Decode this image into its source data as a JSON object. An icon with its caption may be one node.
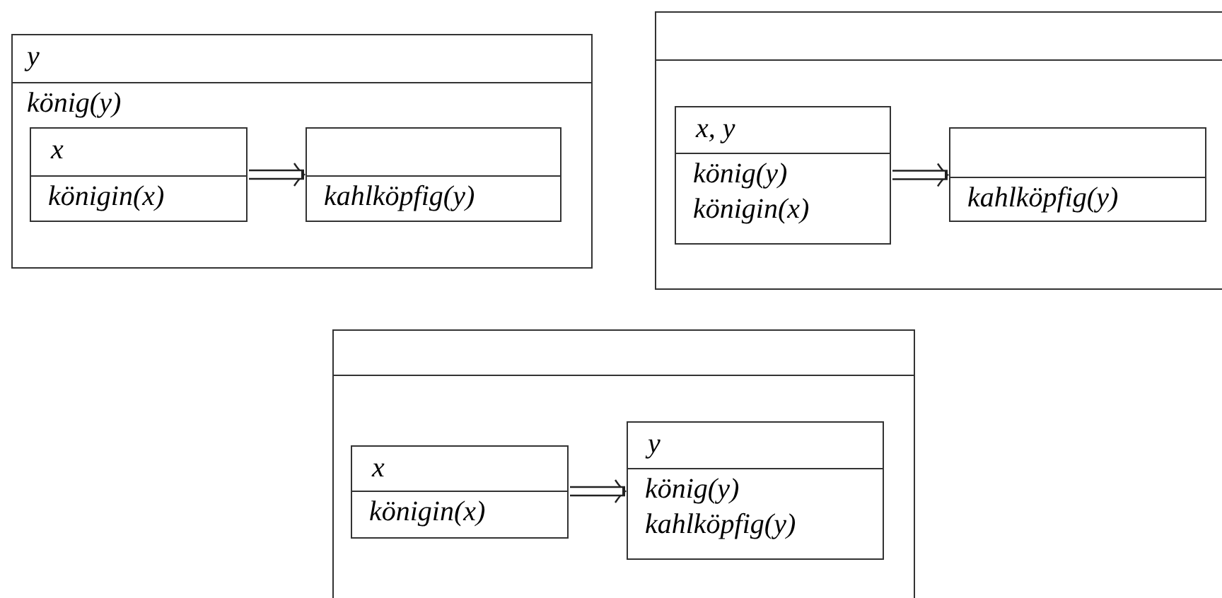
{
  "diagram": {
    "nodes": [
      {
        "text": [
          "y",
          "könig(y)"
        ]
      },
      {
        "text": [
          "x",
          "königin(x)"
        ],
        "in": 0
      },
      {
        "text": [
          "kahlköpfig(y)"
        ],
        "in": 0
      },
      {
        "text": [],
        "shape": "box"
      },
      {
        "text": [
          "x, y",
          "könig(y)",
          "königin(x)"
        ],
        "in": 3
      },
      {
        "text": [
          "kahlköpfig(y)"
        ],
        "in": 3
      },
      {
        "text": [],
        "shape": "box"
      },
      {
        "text": [
          "x",
          "königin(x)"
        ],
        "in": 6
      },
      {
        "text": [
          "y",
          "könig(y)",
          "kahlköpfig(y)"
        ],
        "in": 6
      }
    ],
    "edges": [
      {
        "from": 1,
        "to": 2,
        "arrow": "to"
      },
      {
        "from": 4,
        "to": 5,
        "arrow": "to"
      },
      {
        "from": 7,
        "to": 8,
        "arrow": "to"
      }
    ]
  }
}
